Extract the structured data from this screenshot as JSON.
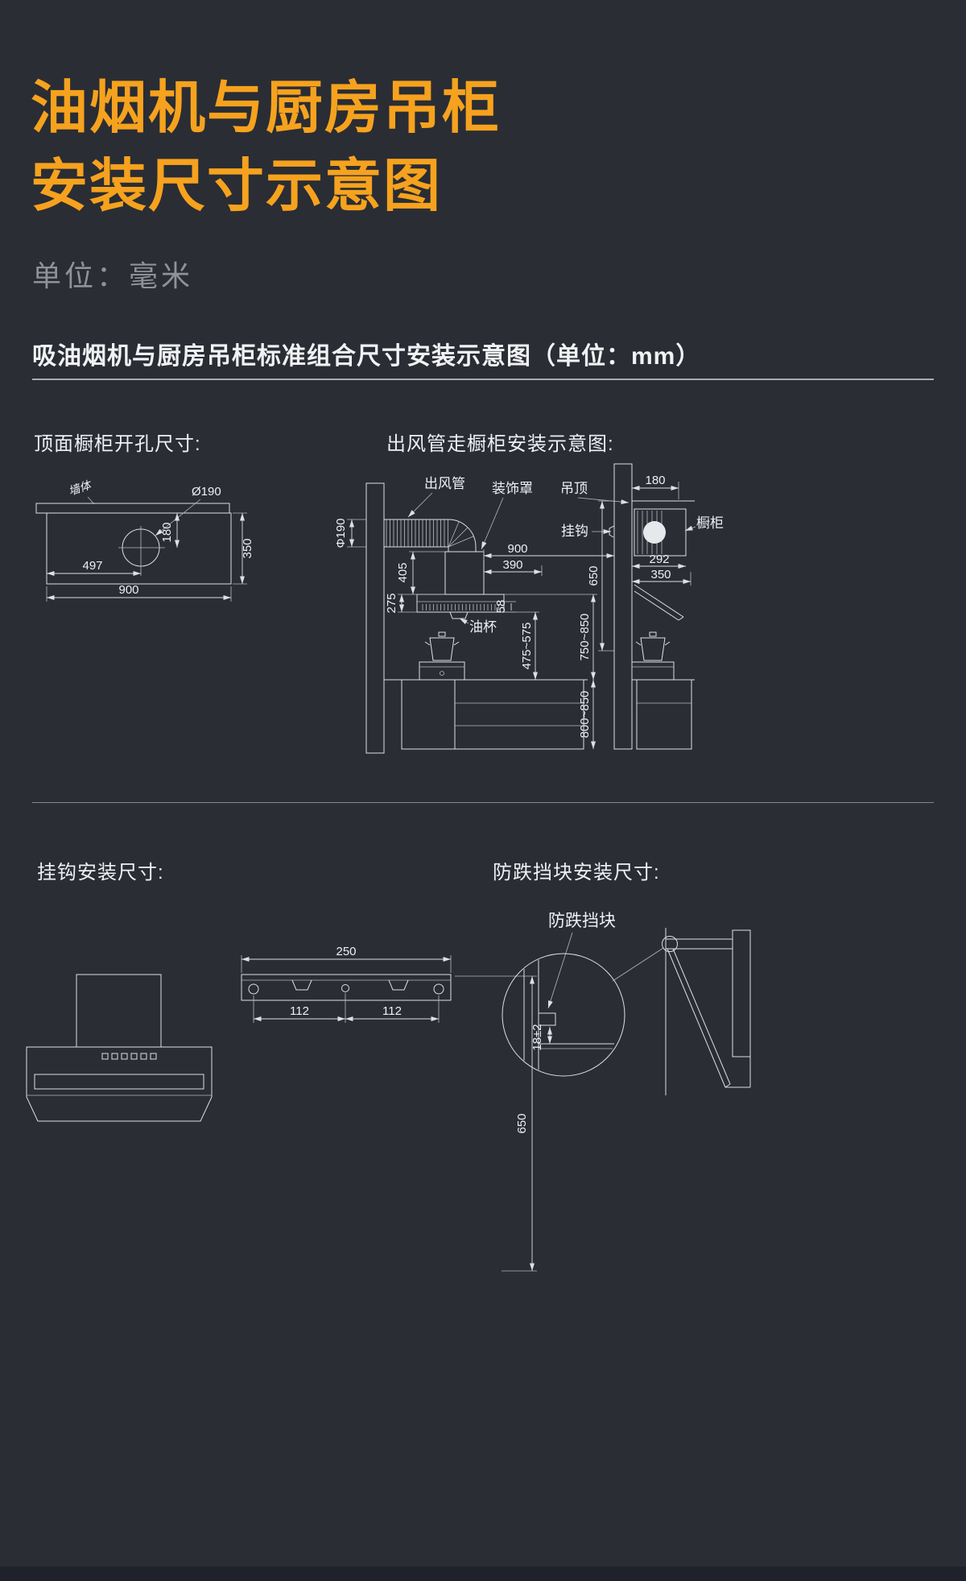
{
  "page": {
    "title_line1": "油烟机与厨房吊柜",
    "title_line2": "安装尺寸示意图",
    "unit_note": "单位：毫米",
    "subtitle": "吸油烟机与厨房吊柜标准组合尺寸安装示意图（单位：mm）"
  },
  "top_cutout": {
    "heading": "顶面橱柜开孔尺寸:",
    "wall": "墙体",
    "hole": "Ø190",
    "d497": "497",
    "d180": "180",
    "d350": "350",
    "d900": "900"
  },
  "duct": {
    "heading": "出风管走橱柜安装示意图:",
    "duct": "出风管",
    "cover": "装饰罩",
    "ceiling": "吊顶",
    "hook": "挂钩",
    "cabinet": "橱柜",
    "oil_cup": "油杯",
    "dia": "Φ190",
    "d900": "900",
    "d390": "390",
    "d405": "405",
    "d275": "275",
    "d58": "58",
    "d475": "475~575",
    "d750": "750~850",
    "d800": "800~850",
    "d650": "650",
    "d180": "180",
    "d292": "292",
    "d350": "350"
  },
  "hook": {
    "heading": "挂钩安装尺寸:",
    "d250": "250",
    "d112a": "112",
    "d112b": "112",
    "d650": "650"
  },
  "block": {
    "heading": "防跌挡块安装尺寸:",
    "block": "防跌挡块",
    "d18": "18±2"
  }
}
